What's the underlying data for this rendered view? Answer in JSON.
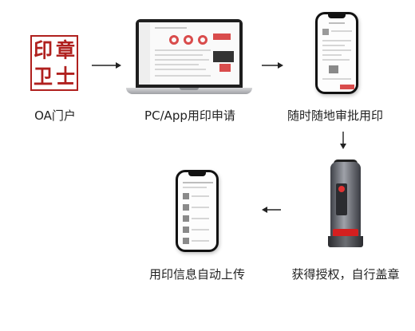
{
  "logo": {
    "chars": [
      "印",
      "章",
      "卫",
      "士"
    ],
    "color": "#b0201e"
  },
  "steps": {
    "oa_portal": "OA门户",
    "pc_app_request": "PC/App用印申请",
    "mobile_approval": "随时随地审批用印",
    "authorize_seal": "获得授权，自行盖章",
    "auto_upload": "用印信息自动上传"
  },
  "colors": {
    "accent_red": "#d41f1f",
    "arrow": "#222222"
  }
}
